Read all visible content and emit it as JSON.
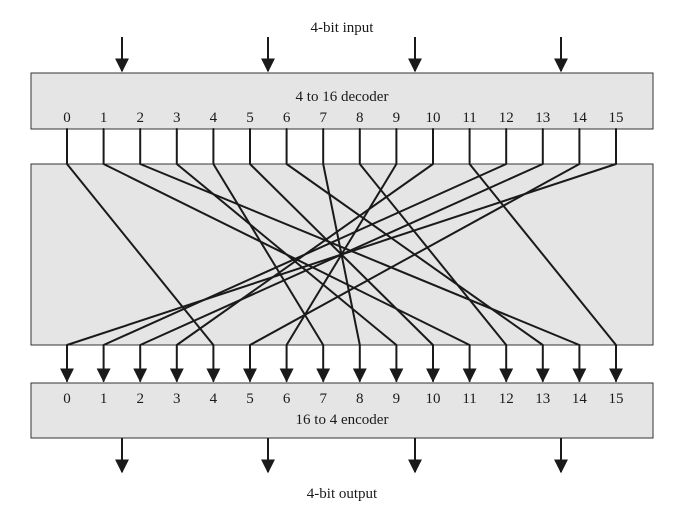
{
  "input_label": "4-bit input",
  "output_label": "4-bit output",
  "decoder_label": "4 to 16 decoder",
  "encoder_label": "16 to 4 encoder",
  "decoder_outputs": [
    "0",
    "1",
    "2",
    "3",
    "4",
    "5",
    "6",
    "7",
    "8",
    "9",
    "10",
    "11",
    "12",
    "13",
    "14",
    "15"
  ],
  "encoder_inputs": [
    "0",
    "1",
    "2",
    "3",
    "4",
    "5",
    "6",
    "7",
    "8",
    "9",
    "10",
    "11",
    "12",
    "13",
    "14",
    "15"
  ],
  "permutation": [
    4,
    11,
    14,
    9,
    7,
    10,
    13,
    8,
    12,
    6,
    3,
    15,
    1,
    2,
    5,
    0
  ],
  "colors": {
    "box_fill": "#e5e5e5",
    "line": "#1a1a1a",
    "text": "#1a1a1a"
  }
}
